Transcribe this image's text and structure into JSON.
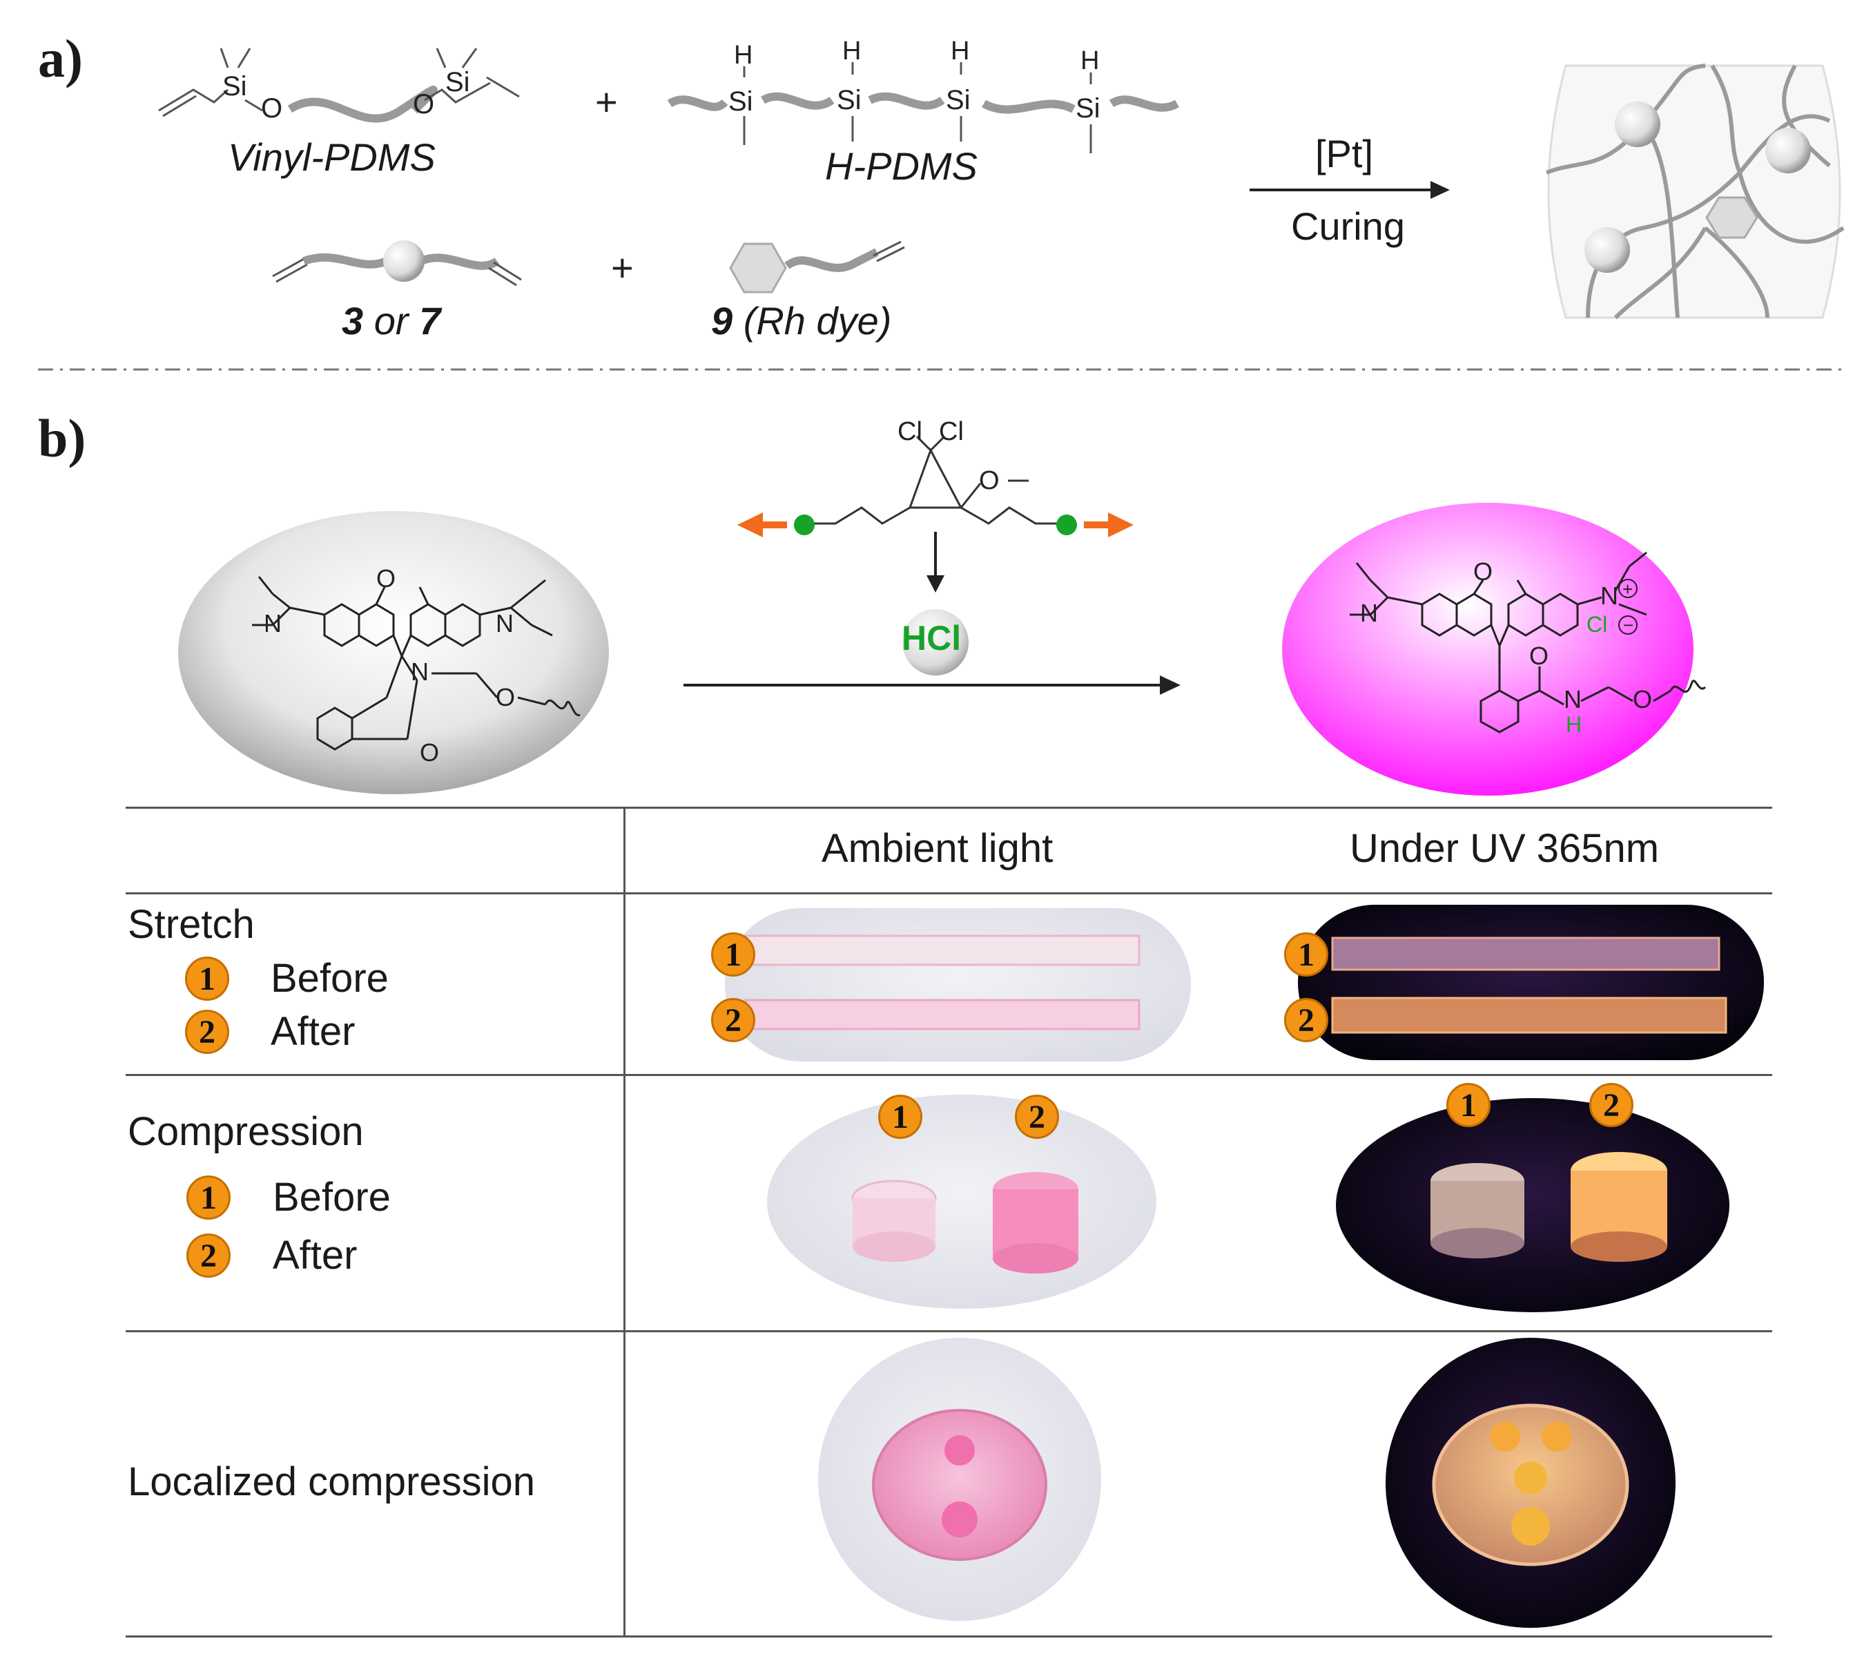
{
  "panel_a": {
    "label": "a)",
    "vinyl_pdms": "Vinyl-PDMS",
    "h_pdms": "H-PDMS",
    "plus": "+",
    "compound_37_num1": "3",
    "compound_37_or": " or ",
    "compound_37_num2": "7",
    "compound_9_num": "9",
    "compound_9_desc": " (Rh dye)",
    "catalyst": "[Pt]",
    "process": "Curing",
    "atoms": {
      "si": "Si",
      "o": "O",
      "h": "H"
    }
  },
  "panel_b": {
    "label": "b)",
    "mechanophore_atoms": {
      "cl1": "Cl",
      "cl2": "Cl",
      "o": "O"
    },
    "hcl": "HCl",
    "left_dye_atoms": {
      "n1": "N",
      "n2": "N",
      "n3": "N",
      "o1": "O",
      "o2": "O",
      "o3": "O"
    },
    "right_dye_atoms": {
      "n1": "N",
      "n2": "N",
      "n3": "N",
      "o1": "O",
      "o2": "O",
      "o3": "O",
      "h": "H",
      "cl": "Cl"
    },
    "colors": {
      "accent_pink": "#ff2aff",
      "badge_orange": "#f39415",
      "arrow_orange": "#f26a1b",
      "green": "#17a32a"
    }
  },
  "table": {
    "headers": [
      "",
      "Ambient light",
      "Under UV 365nm"
    ],
    "rows": [
      {
        "title": "Stretch",
        "items": [
          {
            "num": "1",
            "label": "Before"
          },
          {
            "num": "2",
            "label": "After"
          }
        ]
      },
      {
        "title": "Compression",
        "items": [
          {
            "num": "1",
            "label": "Before"
          },
          {
            "num": "2",
            "label": "After"
          }
        ]
      },
      {
        "title": "Localized compression",
        "items": []
      }
    ]
  }
}
